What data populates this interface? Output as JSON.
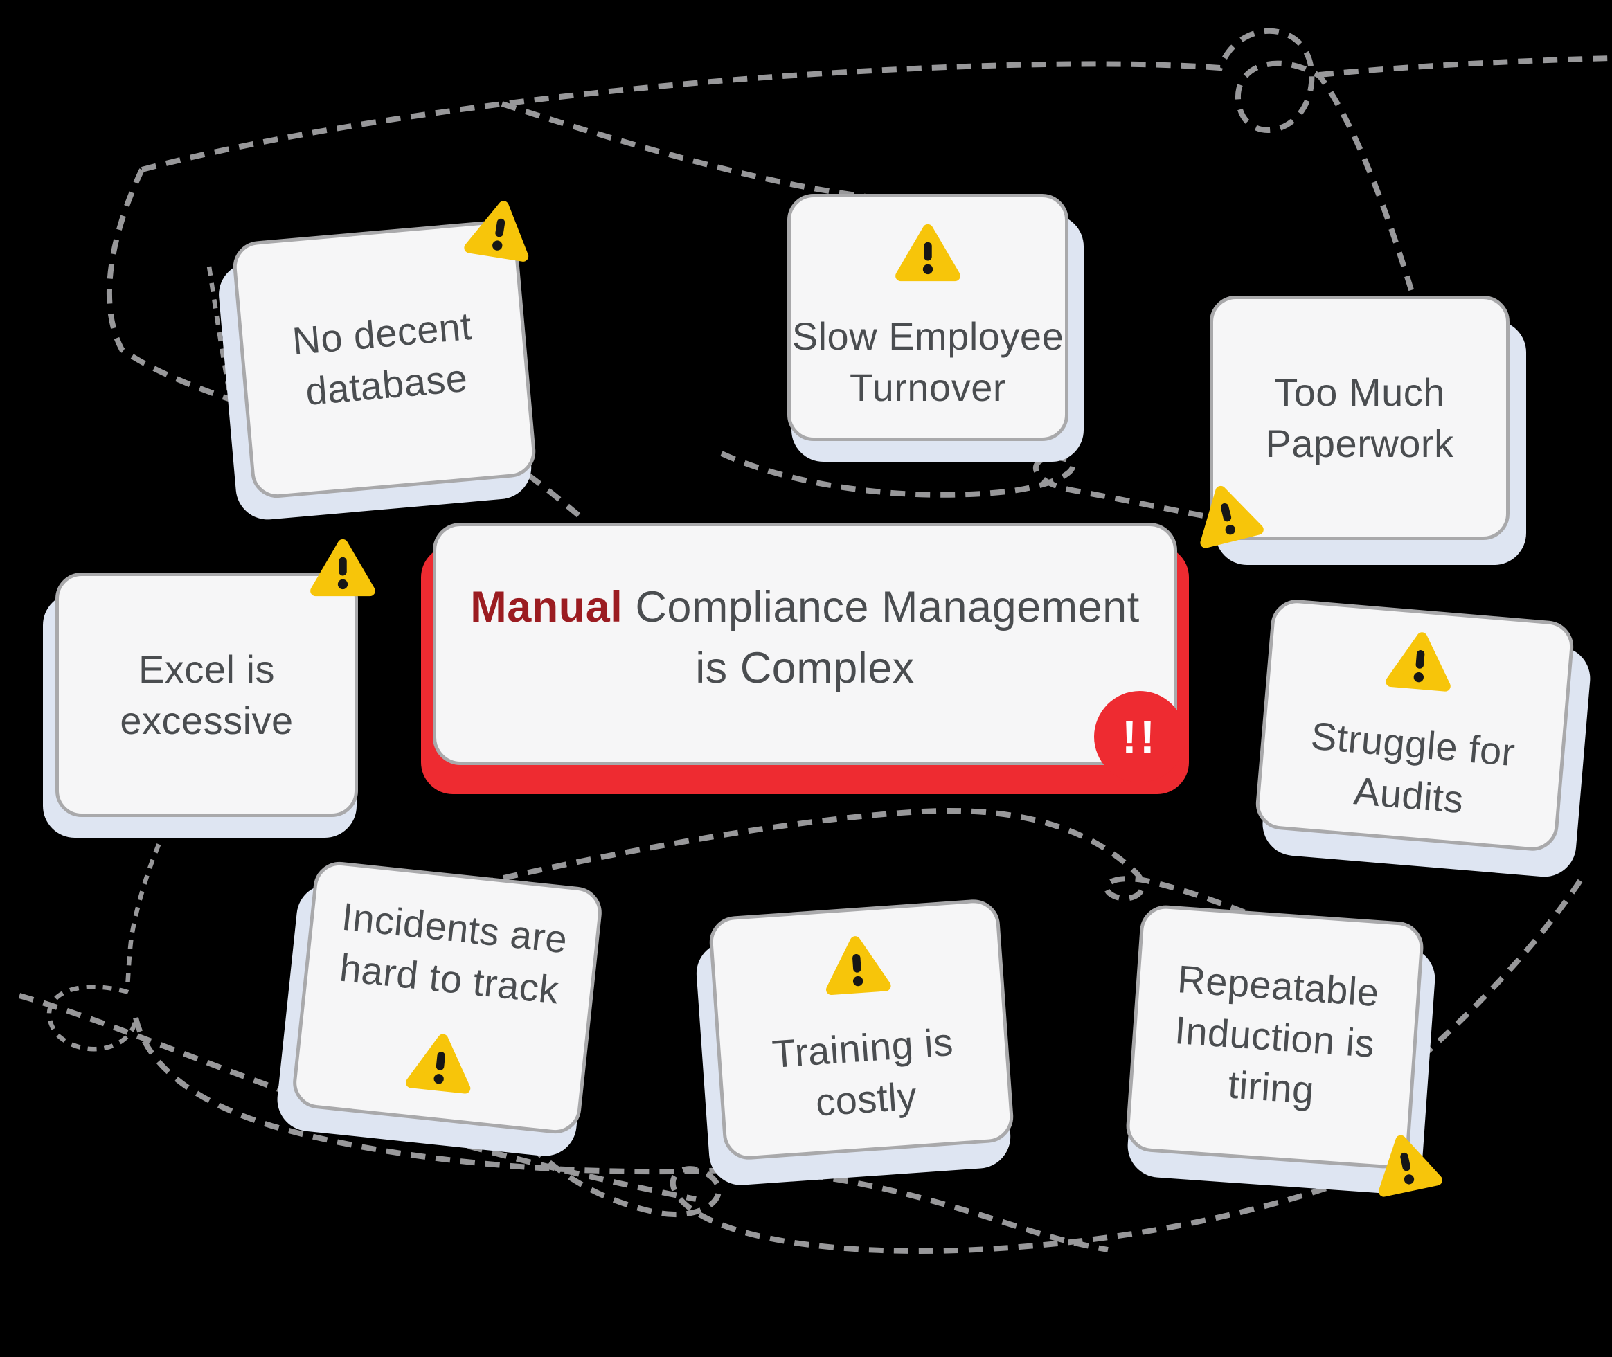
{
  "colors": {
    "accent_red": "#ee2b31",
    "maroon": "#9b1c21",
    "warning_yellow": "#f7c50a",
    "card_fill": "#f6f6f7",
    "card_border": "#a9a9ab",
    "backing_blue": "#dee5f2",
    "dash_gray": "#98989a",
    "text_gray": "#4a4d50",
    "exclaim_dark": "#161616",
    "bg": "#000000"
  },
  "center_card": {
    "title_emphasis": "Manual",
    "title_rest": " Compliance Management",
    "title_line2": "is Complex",
    "badge": "!!"
  },
  "cards": {
    "no_decent": {
      "lines": [
        "No decent",
        "database"
      ]
    },
    "slow": {
      "lines": [
        "Slow Employee",
        "Turnover"
      ]
    },
    "too_much": {
      "lines": [
        "Too Much",
        "Paperwork"
      ]
    },
    "excel": {
      "lines": [
        "Excel is",
        "excessive"
      ]
    },
    "struggle": {
      "lines": [
        "Struggle for",
        "Audits"
      ]
    },
    "incidents": {
      "lines": [
        "Incidents are",
        "hard to track"
      ]
    },
    "training": {
      "lines": [
        "Training is",
        "costly"
      ]
    },
    "repeatable": {
      "lines": [
        "Repeatable",
        "Induction is",
        "tiring"
      ]
    }
  },
  "icons": {
    "warning_triangle": "warning-triangle-icon",
    "alert_badge": "double-exclamation-badge-icon"
  }
}
